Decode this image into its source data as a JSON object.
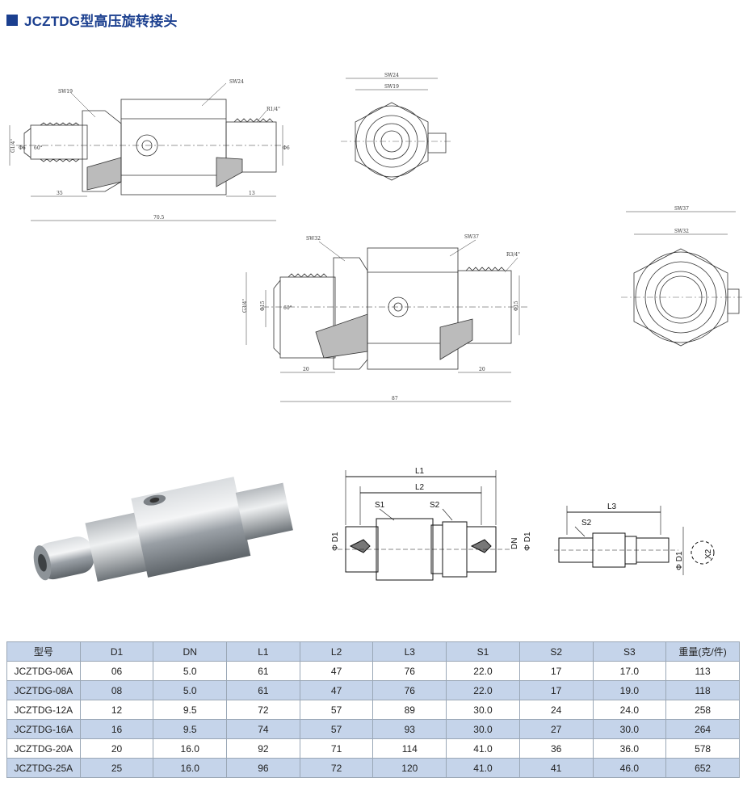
{
  "title": "JCZTDG型高压旋转接头",
  "drawing1": {
    "sw19": "SW19",
    "sw24": "SW24",
    "r14": "R1/4\"",
    "g14": "G1/4\"",
    "phi6a": "Φ6",
    "phi6b": "Φ6",
    "angle": "60°",
    "l35": "35",
    "l13": "13",
    "l705": "70.5"
  },
  "endview1": {
    "sw24": "SW24",
    "sw19": "SW19"
  },
  "drawing2": {
    "sw32": "SW32",
    "sw37": "SW37",
    "r34": "R3/4\"",
    "g34": "G3/4\"",
    "phi15a": "Φ15",
    "phi15b": "Φ15",
    "angle": "60°",
    "l20a": "20",
    "l20b": "20",
    "l87": "87"
  },
  "endview2": {
    "sw37": "SW37",
    "sw32": "SW32"
  },
  "schematic1": {
    "l1": "L1",
    "l2": "L2",
    "s1": "S1",
    "s2": "S2",
    "d1": "Φ D1",
    "dn": "DN",
    "d1b": "Φ D1"
  },
  "schematic2": {
    "l3": "L3",
    "s2": "S2",
    "d1": "Φ D1",
    "x2": "X2"
  },
  "table": {
    "headers": [
      "型号",
      "D1",
      "DN",
      "L1",
      "L2",
      "L3",
      "S1",
      "S2",
      "S3",
      "重量(克/件)"
    ],
    "rows": [
      [
        "JCZTDG-06A",
        "06",
        "5.0",
        "61",
        "47",
        "76",
        "22.0",
        "17",
        "17.0",
        "113"
      ],
      [
        "JCZTDG-08A",
        "08",
        "5.0",
        "61",
        "47",
        "76",
        "22.0",
        "17",
        "19.0",
        "118"
      ],
      [
        "JCZTDG-12A",
        "12",
        "9.5",
        "72",
        "57",
        "89",
        "30.0",
        "24",
        "24.0",
        "258"
      ],
      [
        "JCZTDG-16A",
        "16",
        "9.5",
        "74",
        "57",
        "93",
        "30.0",
        "27",
        "30.0",
        "264"
      ],
      [
        "JCZTDG-20A",
        "20",
        "16.0",
        "92",
        "71",
        "114",
        "41.0",
        "36",
        "36.0",
        "578"
      ],
      [
        "JCZTDG-25A",
        "25",
        "16.0",
        "96",
        "72",
        "120",
        "41.0",
        "41",
        "46.0",
        "652"
      ]
    ]
  }
}
